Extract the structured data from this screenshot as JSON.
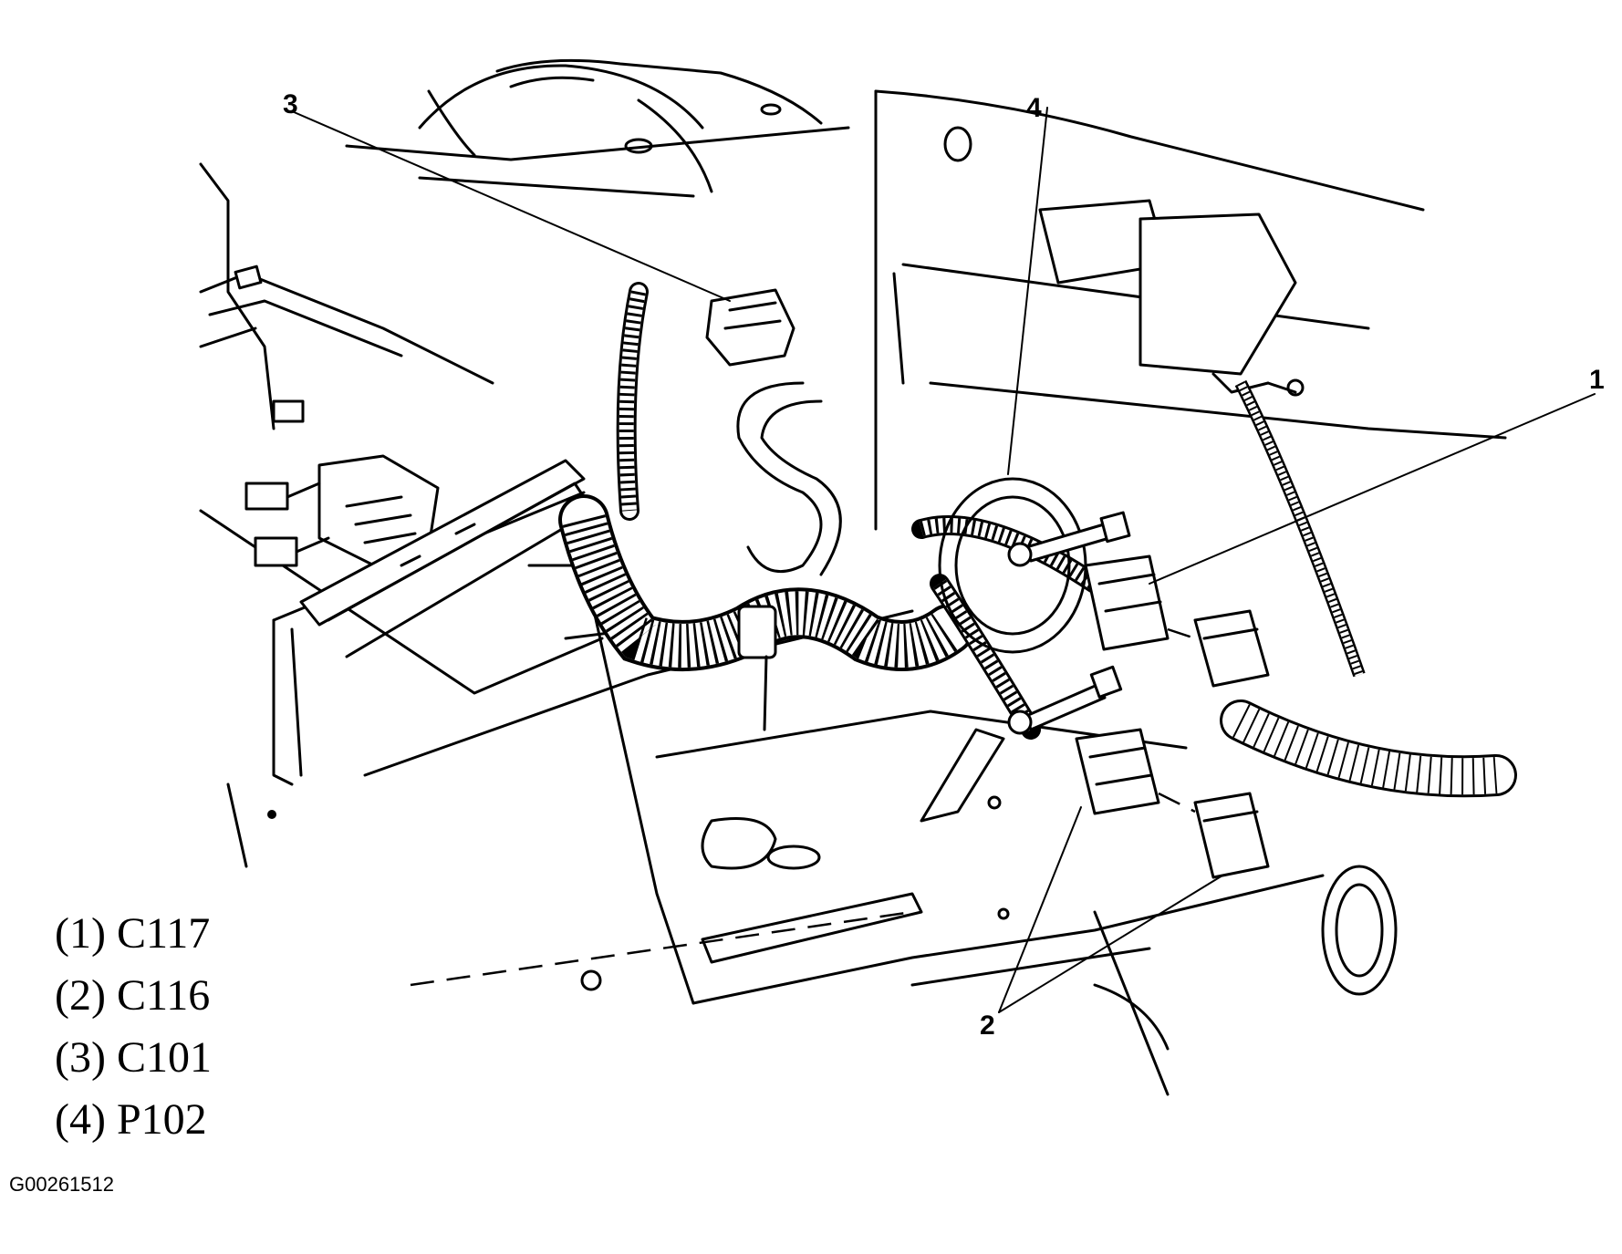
{
  "callouts": {
    "c1": "1",
    "c2": "2",
    "c3": "3",
    "c4": "4"
  },
  "legend": [
    {
      "key": "(1)",
      "code": "C117"
    },
    {
      "key": "(2)",
      "code": "C116"
    },
    {
      "key": "(3)",
      "code": "C101"
    },
    {
      "key": "(4)",
      "code": "P102"
    }
  ],
  "figure_id": "G00261512"
}
